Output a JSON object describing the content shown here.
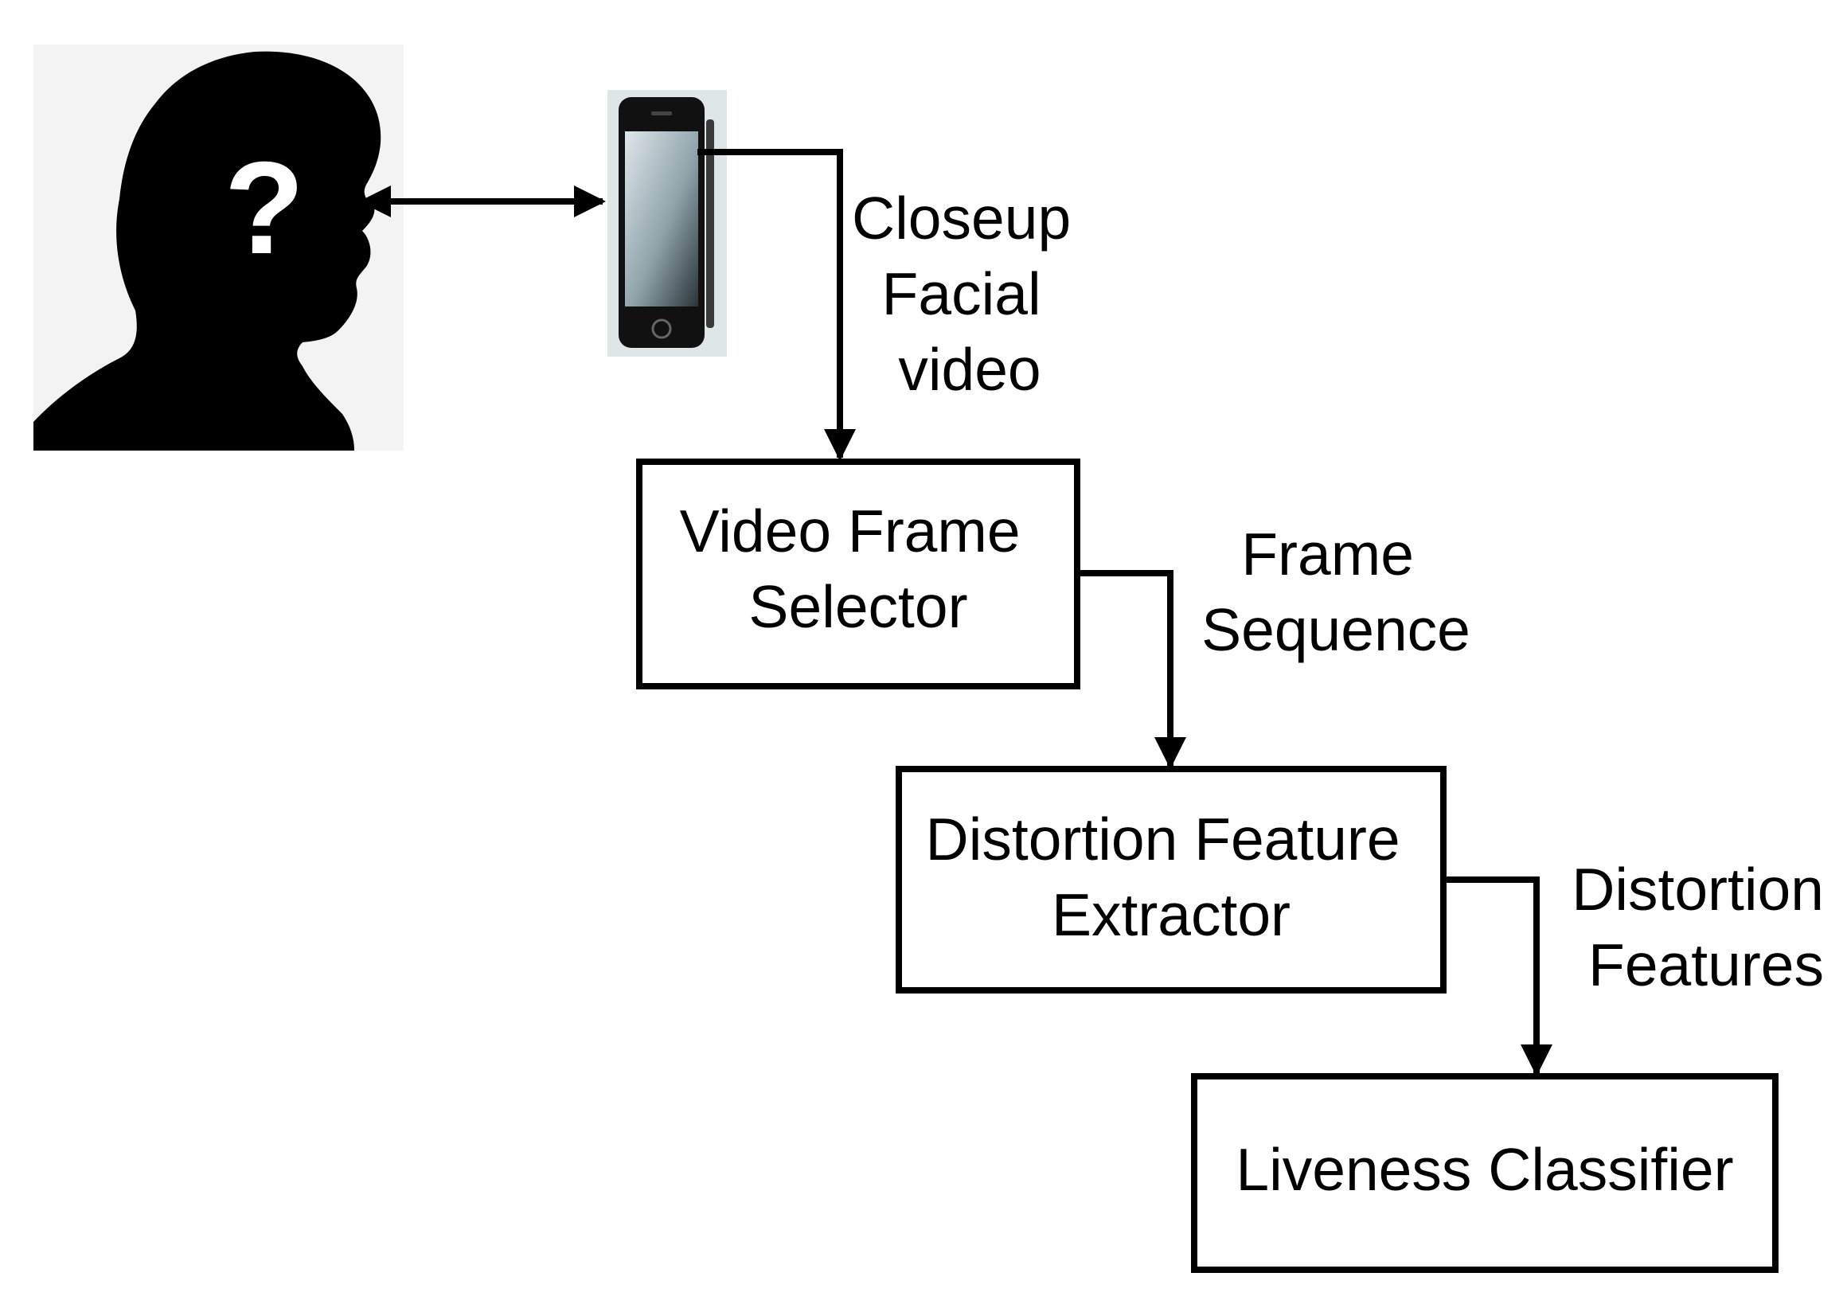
{
  "icons": {
    "person": "person-silhouette-icon",
    "question": "question-mark-icon",
    "phone": "smartphone-icon"
  },
  "nodes": {
    "video_frame_selector": {
      "lines": [
        "Video Frame",
        "Selector"
      ]
    },
    "distortion_feature_extractor": {
      "lines": [
        "Distortion Feature",
        "Extractor"
      ]
    },
    "liveness_classifier": {
      "lines": [
        "Liveness Classifier"
      ]
    }
  },
  "edges": {
    "closeup_facial_video": {
      "lines": [
        "Closeup",
        "Facial",
        "video"
      ]
    },
    "frame_sequence": {
      "lines": [
        "Frame",
        "Sequence"
      ]
    },
    "distortion_features": {
      "lines": [
        "Distortion",
        "Features"
      ]
    }
  },
  "person_glyph": "?",
  "colors": {
    "stroke": "#000000",
    "silhouette": "#000000",
    "icon_background": "#f3f3f3",
    "phone_screen": "#9fb3b8"
  }
}
